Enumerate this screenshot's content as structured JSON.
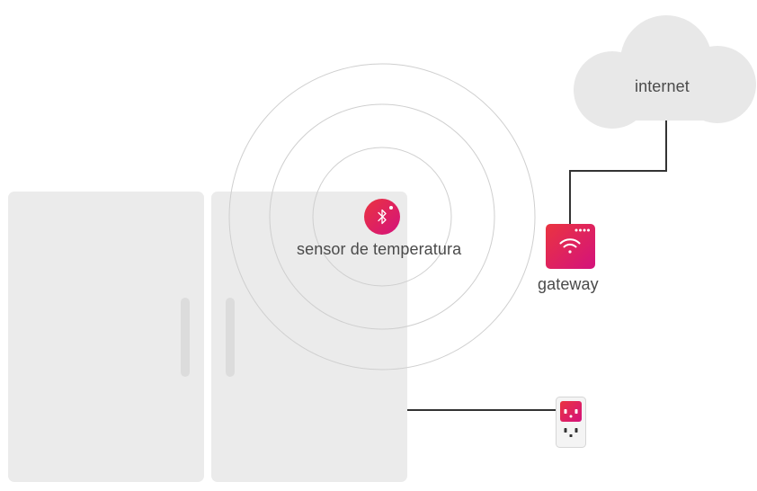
{
  "labels": {
    "internet": "internet",
    "sensor": "sensor de temperatura",
    "gateway": "gateway"
  },
  "icons": {
    "cloud": "cloud-icon",
    "sensor": "bluetooth-icon",
    "gateway": "wifi-icon",
    "smart_plug": "smart-plug-icon",
    "refrigerator": "refrigerator-icon"
  },
  "colors": {
    "accent_start": "#e62e4d",
    "accent_end": "#d4127c",
    "fridge": "#ebebeb",
    "handle": "#dcdcdc",
    "cloud": "#e8e8e8",
    "connector": "#333333",
    "signal_ring": "#cfcfcf",
    "label": "#4a4a4a"
  }
}
